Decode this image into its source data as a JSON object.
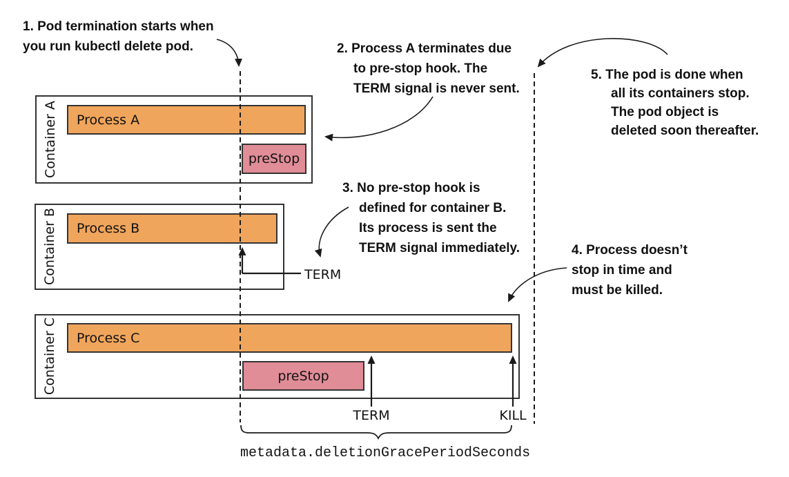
{
  "title": "Pod termination sequence diagram",
  "colors": {
    "background": "#ffffff",
    "process_fill": "#F0A55C",
    "prestop_fill": "#E08D98",
    "box_border": "#333333",
    "ink": "#1a1a1a"
  },
  "annotations": {
    "note1": {
      "lines": [
        "1. Pod termination starts when",
        "you run kubectl delete pod."
      ]
    },
    "note2": {
      "lines": [
        "2. Process A terminates due",
        "to pre-stop hook. The",
        "TERM signal is never sent."
      ]
    },
    "note3": {
      "lines": [
        "3. No pre-stop hook is",
        "defined for container B.",
        "Its process is sent the",
        "TERM signal immediately."
      ]
    },
    "note4": {
      "lines": [
        "4. Process doesn’t",
        "stop in time and",
        "must be killed."
      ]
    },
    "note5": {
      "lines": [
        "5. The pod is done when",
        "all its containers stop.",
        "The pod object is",
        "deleted soon thereafter."
      ]
    }
  },
  "containers": {
    "a": {
      "label": "Container A",
      "process": "Process A",
      "prestop": "preStop"
    },
    "b": {
      "label": "Container B",
      "process": "Process B",
      "term_label": "TERM"
    },
    "c": {
      "label": "Container C",
      "process": "Process C",
      "prestop": "preStop",
      "term_label": "TERM",
      "kill_label": "KILL"
    }
  },
  "footer": {
    "grace_period_label": "metadata.deletionGracePeriodSeconds"
  }
}
